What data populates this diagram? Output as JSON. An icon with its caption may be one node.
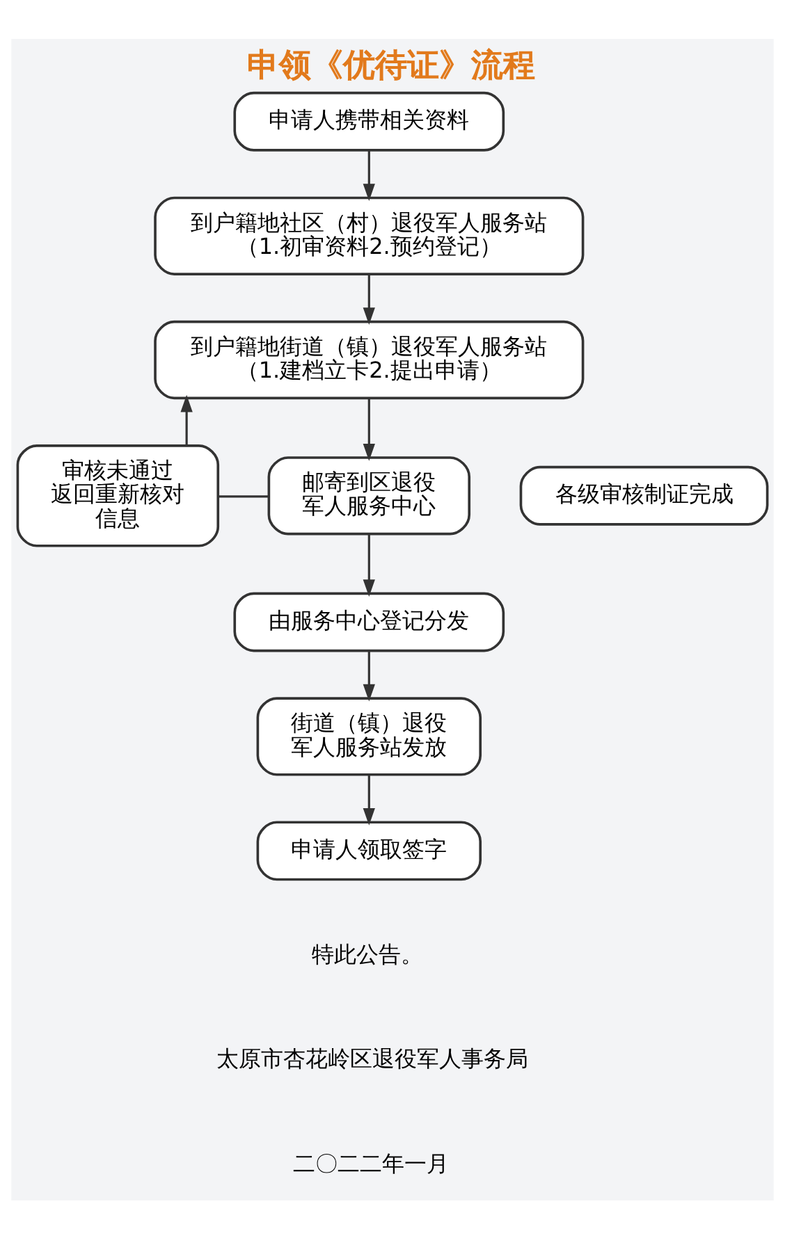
{
  "diagram": {
    "title": "申领《优待证》流程",
    "nodes": [
      {
        "text": [
          "申请人携带相关资料"
        ]
      },
      {
        "text": [
          "到户籍地社区（村）退役军人服务站",
          "（1.初审资料2.预约登记）"
        ]
      },
      {
        "text": [
          "到户籍地街道（镇）退役军人服务站",
          "（1.建档立卡2.提出申请）"
        ]
      },
      {
        "text": [
          "各级审核制证完成"
        ]
      },
      {
        "text": [
          "审核未通过返回重新核对信息"
        ]
      },
      {
        "text": [
          "邮寄到区退役军人服务中心"
        ]
      },
      {
        "text": [
          "由服务中心登记分发"
        ]
      },
      {
        "text": [
          "街道（镇）退役军人服务站发放"
        ]
      },
      {
        "text": [
          "申请人领取签字"
        ]
      }
    ],
    "edges": [
      {
        "from": 0,
        "to": 1,
        "arrow": "to"
      },
      {
        "from": 1,
        "to": 2,
        "arrow": "to"
      },
      {
        "from": 2,
        "to": 5,
        "arrow": "to"
      },
      {
        "from": 4,
        "to": 5,
        "arrow": "none"
      },
      {
        "from": 4,
        "to": 2,
        "arrow": "to"
      },
      {
        "from": 5,
        "to": 6,
        "arrow": "to"
      },
      {
        "from": 6,
        "to": 7,
        "arrow": "to"
      },
      {
        "from": 7,
        "to": 8,
        "arrow": "to"
      }
    ],
    "labels": [
      "特此公告。",
      "太原市杏花岭区退役军人事务局",
      "二〇二二年一月"
    ]
  }
}
